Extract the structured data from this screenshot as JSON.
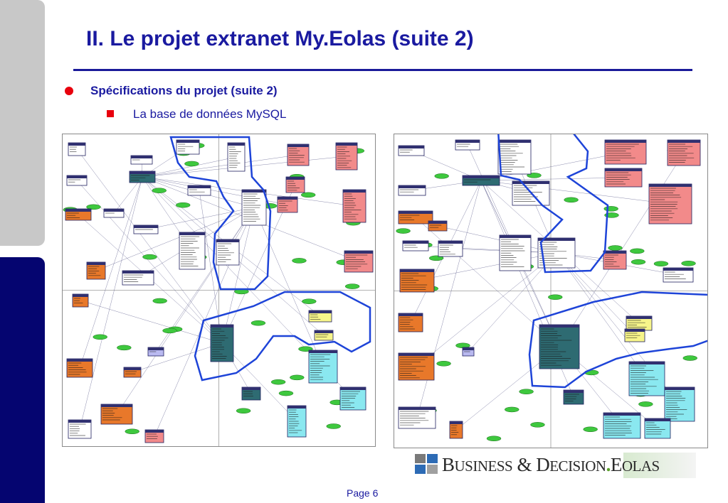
{
  "slide": {
    "title": "II. Le projet extranet My.Eolas (suite 2)",
    "bullet_main": "Spécifications du projet (suite 2)",
    "bullet_sub": "La base de données MySQL",
    "page": "Page 6"
  },
  "logo": {
    "business_b": "B",
    "business_rest": "USINESS",
    "amp": " & ",
    "decision_d": "D",
    "decision_rest": "ECISION",
    "dot": ".",
    "eolas_e": "E",
    "eolas_rest": "OLAS"
  },
  "colors": {
    "title": "#1a1aa0",
    "bullet": "#e8000d",
    "sidebar_grey": "#c8c8c8",
    "sidebar_navy": "#050570",
    "table_white": "#ffffff",
    "table_salmon": "#f28a8a",
    "table_orange": "#e8782a",
    "table_teal": "#2e6b72",
    "table_cyan": "#8ae8f0",
    "table_yellow": "#f7f58a",
    "table_purple": "#b9b9f0",
    "ellipse_green": "#3ec83e",
    "highlight_outline": "#1e44d8"
  }
}
